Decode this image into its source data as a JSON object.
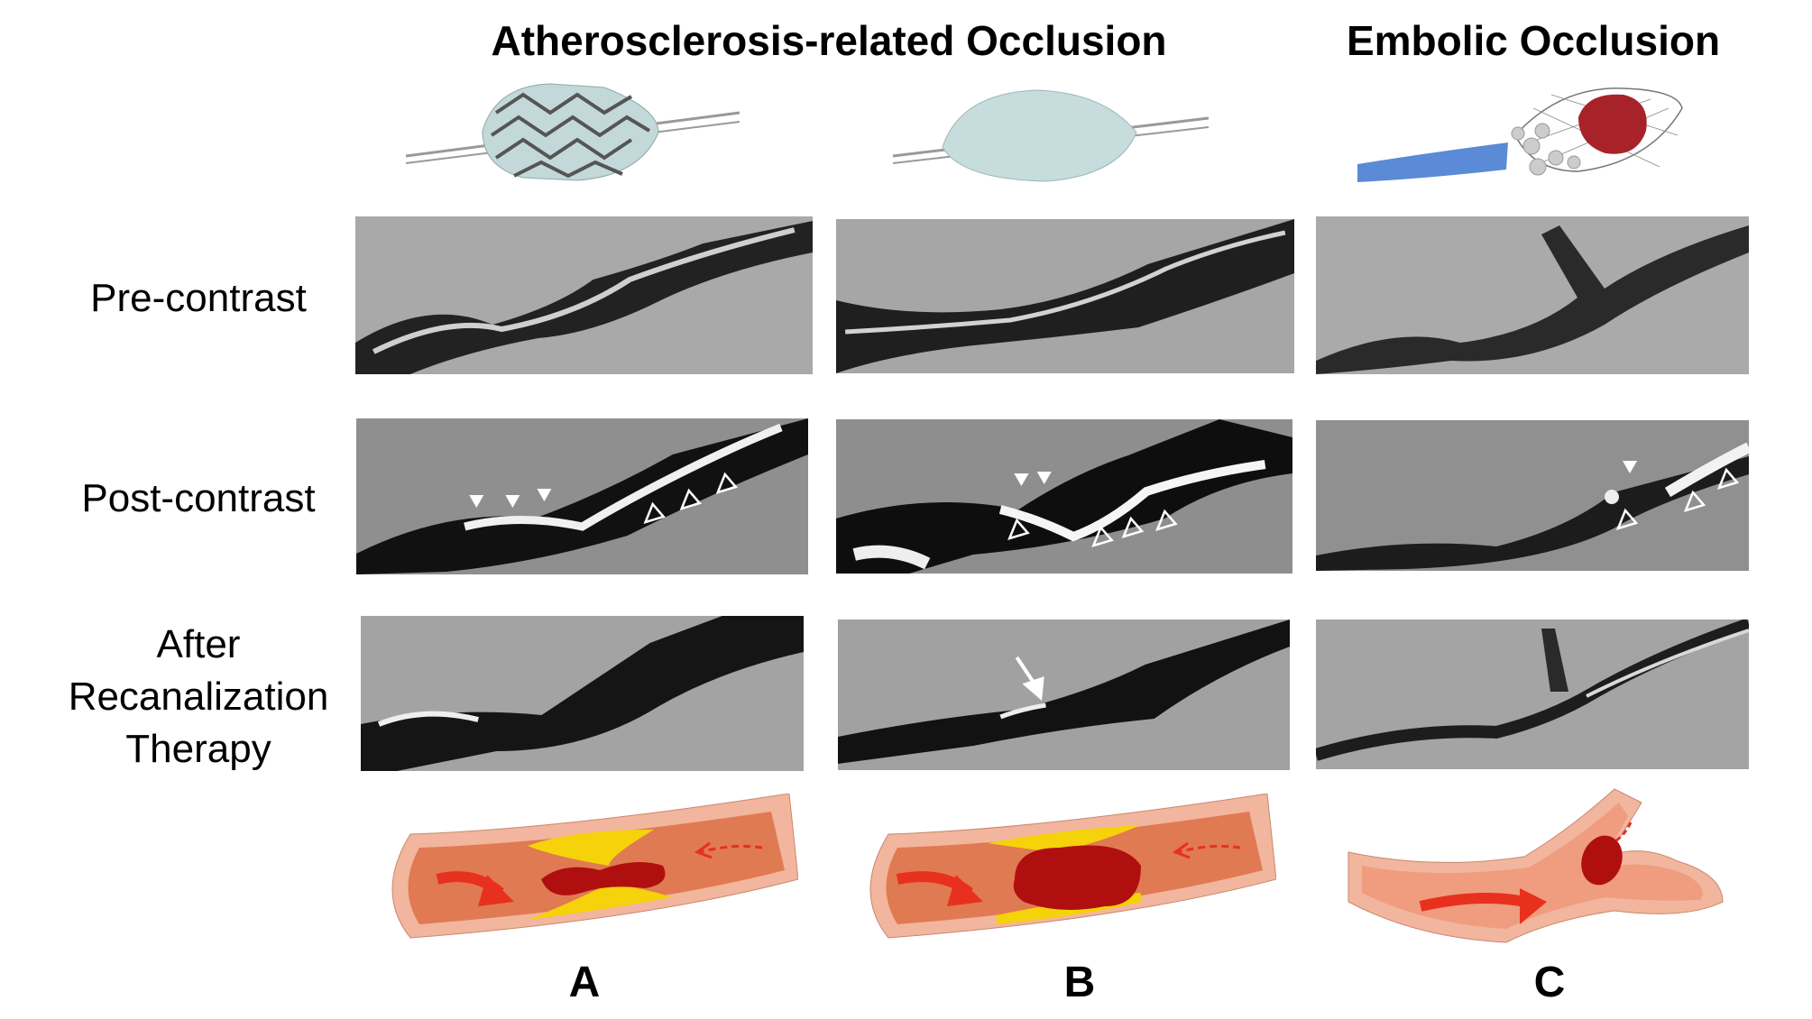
{
  "titles": {
    "atherosclerosis": "Atherosclerosis-related Occlusion",
    "embolic": "Embolic Occlusion"
  },
  "row_labels": {
    "pre": "Pre-contrast",
    "post": "Post-contrast",
    "after_line1": "After",
    "after_line2": "Recanalization",
    "after_line3": "Therapy"
  },
  "panel_labels": [
    "A",
    "B",
    "C"
  ],
  "colors": {
    "vessel_wall": "#f2b59e",
    "lumen": "#e07a52",
    "plaque": "#f5d20a",
    "thrombus": "#b00f0f",
    "flow_arrow": "#e8301e",
    "catheter": "#5b8ad6",
    "balloon": "#c7dcdc"
  }
}
